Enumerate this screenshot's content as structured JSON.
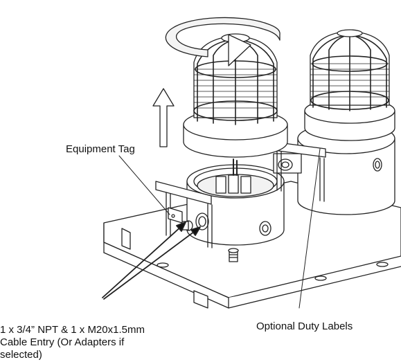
{
  "labels": {
    "equipment_tag": "Equipment Tag",
    "cable_entry_lines": [
      "1 x 3/4” NPT & 1 x M20x1.5mm",
      "Cable Entry (Or Adapters if",
      "selected)"
    ],
    "duty_labels": "Optional Duty Labels"
  }
}
